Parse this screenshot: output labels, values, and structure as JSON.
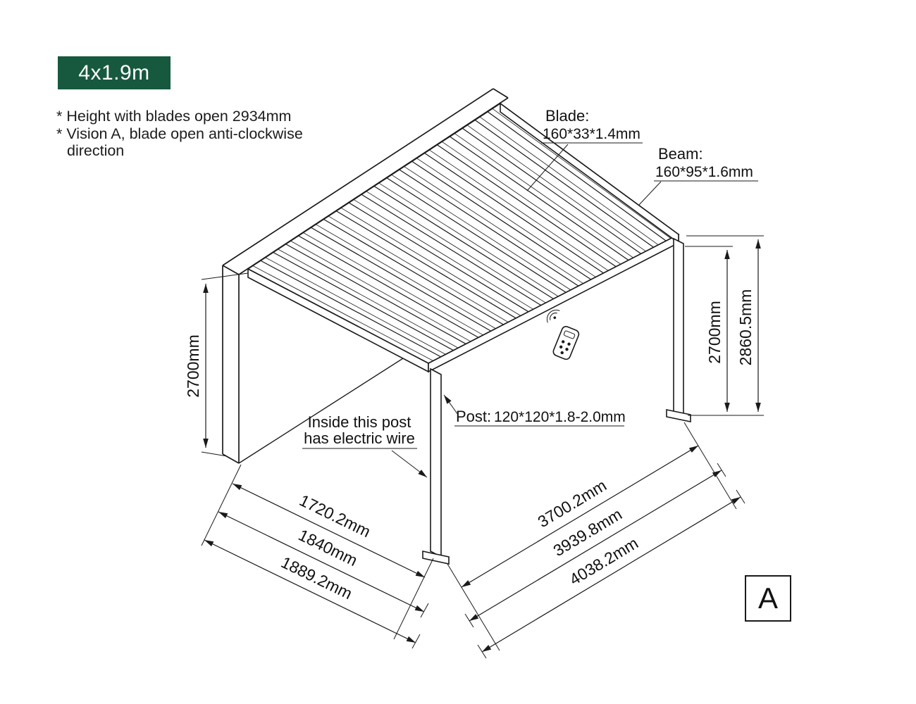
{
  "badge": {
    "label": "4x1.9m",
    "bg_color": "#17593f",
    "text_color": "#ffffff"
  },
  "notes": {
    "line1": "* Height with blades open 2934mm",
    "line2": "* Vision A, blade open anti-clockwise",
    "line3": "direction"
  },
  "callouts": {
    "blade": {
      "title": "Blade:",
      "spec": "160*33*1.4mm"
    },
    "beam": {
      "title": "Beam:",
      "spec": "160*95*1.6mm"
    },
    "post": {
      "title": "Post:",
      "spec": "120*120*1.8-2.0mm"
    },
    "wire": {
      "line1": "Inside this post",
      "line2": "has electric wire"
    }
  },
  "dimensions": {
    "wall_height": "2700mm",
    "post_height": "2700mm",
    "total_height": "2860.5mm",
    "depth_inner": "1720.2mm",
    "depth_mid": "1840mm",
    "depth_outer": "1889.2mm",
    "width_inner": "3700.2mm",
    "width_mid": "3939.8mm",
    "width_outer": "4038.2mm"
  },
  "vision_label": "A"
}
